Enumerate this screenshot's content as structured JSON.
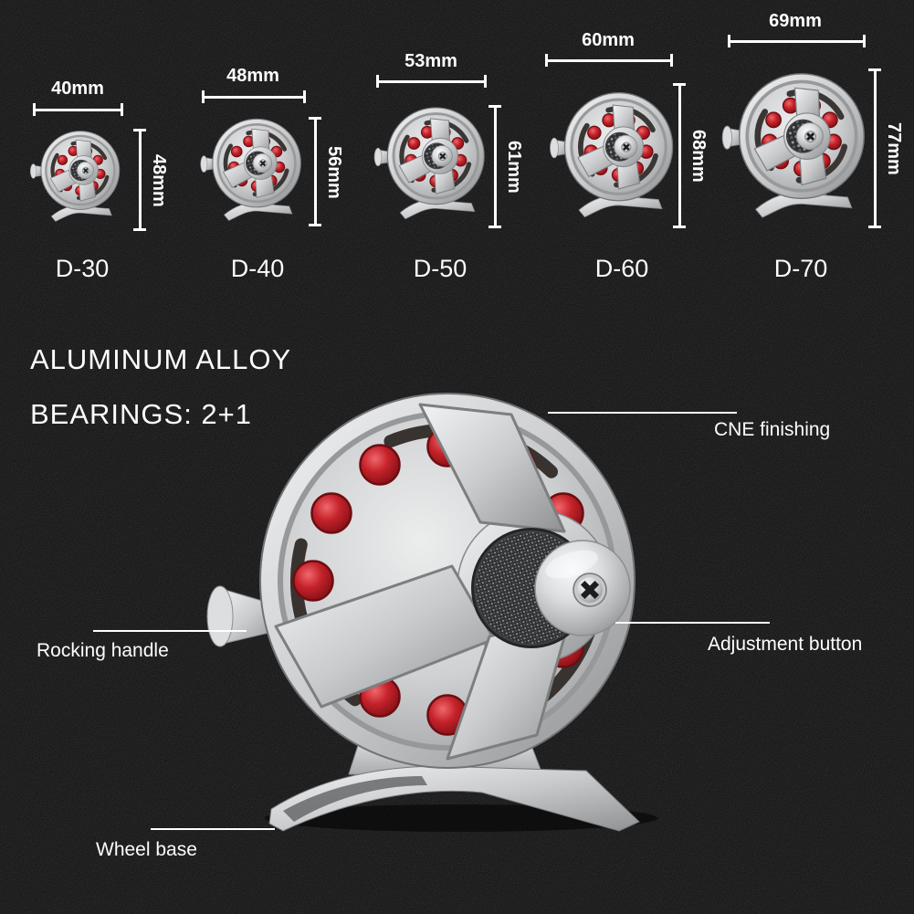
{
  "palette": {
    "background": "#0d0d0e",
    "text": "#fdfdfd",
    "accent_red": "#c5222a",
    "silver": "#c9cbcd"
  },
  "size_chart": {
    "reels": [
      {
        "model": "D-30",
        "width": "40mm",
        "height": "48mm"
      },
      {
        "model": "D-40",
        "width": "48mm",
        "height": "56mm"
      },
      {
        "model": "D-50",
        "width": "53mm",
        "height": "61mm"
      },
      {
        "model": "D-60",
        "width": "60mm",
        "height": "68mm"
      },
      {
        "model": "D-70",
        "width": "69mm",
        "height": "77mm"
      }
    ]
  },
  "specs": {
    "material": "ALUMINUM ALLOY",
    "bearings": "BEARINGS: 2+1"
  },
  "callouts": {
    "cne_finishing": "CNE finishing",
    "rocking_handle": "Rocking handle",
    "adjustment_button": "Adjustment button",
    "wheel_base": "Wheel base"
  }
}
